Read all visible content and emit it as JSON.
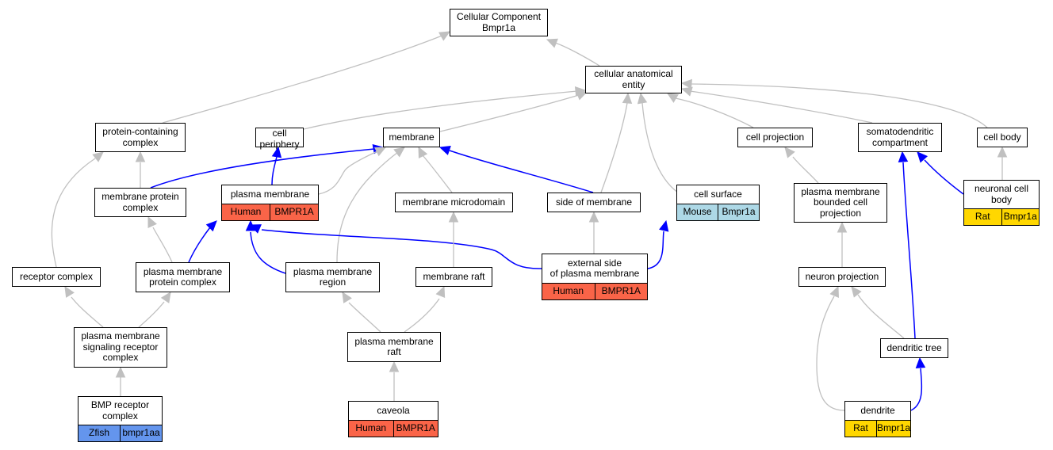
{
  "colors": {
    "edge_gray": "#c0c0c0",
    "edge_blue": "#0000ff",
    "human": "#fa6448",
    "mouse": "#add8e6",
    "rat": "#ffd700",
    "zfish": "#6495ed"
  },
  "nodes": {
    "cellular_component": {
      "label": "Cellular Component\nBmpr1a"
    },
    "cellular_anatomical_entity": {
      "label": "cellular anatomical\nentity"
    },
    "protein_containing_complex": {
      "label": "protein-containing\ncomplex"
    },
    "cell_periphery": {
      "label": "cell periphery"
    },
    "membrane": {
      "label": "membrane"
    },
    "cell_projection": {
      "label": "cell projection"
    },
    "somatodendritic_compartment": {
      "label": "somatodendritic\ncompartment"
    },
    "cell_body": {
      "label": "cell body"
    },
    "membrane_protein_complex": {
      "label": "membrane protein\ncomplex"
    },
    "plasma_membrane": {
      "label": "plasma membrane",
      "species": "Human",
      "gene": "BMPR1A"
    },
    "membrane_microdomain": {
      "label": "membrane microdomain"
    },
    "side_of_membrane": {
      "label": "side of membrane"
    },
    "cell_surface": {
      "label": "cell surface",
      "species": "Mouse",
      "gene": "Bmpr1a"
    },
    "pm_bounded_cell_projection": {
      "label": "plasma membrane\nbounded cell\nprojection"
    },
    "neuronal_cell_body": {
      "label": "neuronal cell\nbody",
      "species": "Rat",
      "gene": "Bmpr1a"
    },
    "receptor_complex": {
      "label": "receptor complex"
    },
    "pm_protein_complex": {
      "label": "plasma membrane\nprotein complex"
    },
    "pm_region": {
      "label": "plasma membrane\nregion"
    },
    "membrane_raft": {
      "label": "membrane raft"
    },
    "external_side_pm": {
      "label": "external side\nof plasma membrane",
      "species": "Human",
      "gene": "BMPR1A"
    },
    "neuron_projection": {
      "label": "neuron projection"
    },
    "pm_signaling_receptor_complex": {
      "label": "plasma membrane\nsignaling receptor\ncomplex"
    },
    "pm_raft": {
      "label": "plasma membrane\nraft"
    },
    "dendritic_tree": {
      "label": "dendritic tree"
    },
    "bmp_receptor_complex": {
      "label": "BMP receptor\ncomplex",
      "species": "Zfish",
      "gene": "bmpr1aa"
    },
    "caveola": {
      "label": "caveola",
      "species": "Human",
      "gene": "BMPR1A"
    },
    "dendrite": {
      "label": "dendrite",
      "species": "Rat",
      "gene": "Bmpr1a"
    }
  },
  "edges": [
    {
      "from": "cellular_anatomical_entity",
      "to": "cellular_component",
      "color": "gray"
    },
    {
      "from": "protein_containing_complex",
      "to": "cellular_component",
      "color": "gray"
    },
    {
      "from": "cell_periphery",
      "to": "cellular_anatomical_entity",
      "color": "gray"
    },
    {
      "from": "membrane",
      "to": "cellular_anatomical_entity",
      "color": "gray"
    },
    {
      "from": "side_of_membrane",
      "to": "cellular_anatomical_entity",
      "color": "gray"
    },
    {
      "from": "cell_surface",
      "to": "cellular_anatomical_entity",
      "color": "gray"
    },
    {
      "from": "cell_projection",
      "to": "cellular_anatomical_entity",
      "color": "gray"
    },
    {
      "from": "somatodendritic_compartment",
      "to": "cellular_anatomical_entity",
      "color": "gray"
    },
    {
      "from": "cell_body",
      "to": "cellular_anatomical_entity",
      "color": "gray"
    },
    {
      "from": "membrane_protein_complex",
      "to": "protein_containing_complex",
      "color": "gray"
    },
    {
      "from": "receptor_complex",
      "to": "protein_containing_complex",
      "color": "gray"
    },
    {
      "from": "membrane_protein_complex",
      "to": "membrane",
      "color": "blue"
    },
    {
      "from": "plasma_membrane",
      "to": "cell_periphery",
      "color": "blue"
    },
    {
      "from": "plasma_membrane",
      "to": "membrane",
      "color": "gray"
    },
    {
      "from": "membrane_microdomain",
      "to": "membrane",
      "color": "gray"
    },
    {
      "from": "side_of_membrane",
      "to": "membrane",
      "color": "blue"
    },
    {
      "from": "pm_region",
      "to": "membrane",
      "color": "gray"
    },
    {
      "from": "pm_bounded_cell_projection",
      "to": "cell_projection",
      "color": "gray"
    },
    {
      "from": "neuronal_cell_body",
      "to": "cell_body",
      "color": "gray"
    },
    {
      "from": "neuronal_cell_body",
      "to": "somatodendritic_compartment",
      "color": "blue"
    },
    {
      "from": "pm_protein_complex",
      "to": "membrane_protein_complex",
      "color": "gray"
    },
    {
      "from": "pm_protein_complex",
      "to": "plasma_membrane",
      "color": "blue"
    },
    {
      "from": "pm_region",
      "to": "plasma_membrane",
      "color": "blue"
    },
    {
      "from": "external_side_pm",
      "to": "plasma_membrane",
      "color": "blue"
    },
    {
      "from": "external_side_pm",
      "to": "side_of_membrane",
      "color": "gray"
    },
    {
      "from": "external_side_pm",
      "to": "cell_surface",
      "color": "blue"
    },
    {
      "from": "membrane_raft",
      "to": "membrane_microdomain",
      "color": "gray"
    },
    {
      "from": "neuron_projection",
      "to": "pm_bounded_cell_projection",
      "color": "gray"
    },
    {
      "from": "pm_signaling_receptor_complex",
      "to": "receptor_complex",
      "color": "gray"
    },
    {
      "from": "pm_signaling_receptor_complex",
      "to": "pm_protein_complex",
      "color": "gray"
    },
    {
      "from": "pm_raft",
      "to": "pm_region",
      "color": "gray"
    },
    {
      "from": "pm_raft",
      "to": "membrane_raft",
      "color": "gray"
    },
    {
      "from": "dendritic_tree",
      "to": "neuron_projection",
      "color": "gray"
    },
    {
      "from": "dendritic_tree",
      "to": "somatodendritic_compartment",
      "color": "blue"
    },
    {
      "from": "bmp_receptor_complex",
      "to": "pm_signaling_receptor_complex",
      "color": "gray"
    },
    {
      "from": "caveola",
      "to": "pm_raft",
      "color": "gray"
    },
    {
      "from": "dendrite",
      "to": "dendritic_tree",
      "color": "blue"
    },
    {
      "from": "dendrite",
      "to": "neuron_projection",
      "color": "gray"
    }
  ]
}
